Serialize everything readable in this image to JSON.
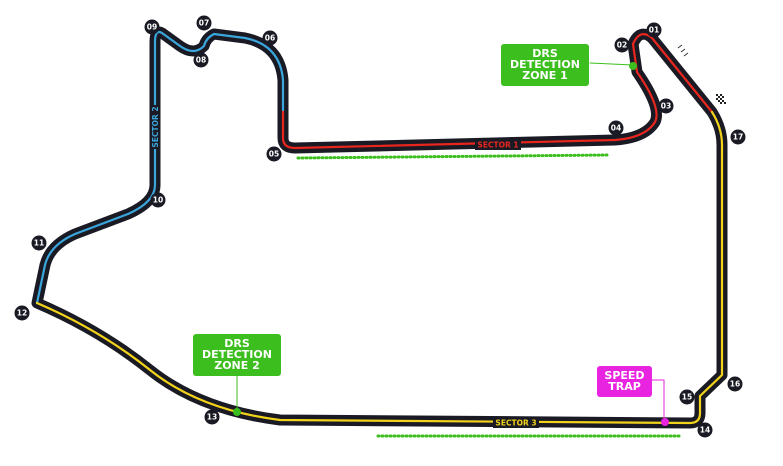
{
  "track": {
    "sectors": [
      {
        "label": "SECTOR 1",
        "color": "#e8261e"
      },
      {
        "label": "SECTOR 2",
        "color": "#3aa6dc"
      },
      {
        "label": "SECTOR 3",
        "color": "#f2d21a"
      }
    ],
    "corners": [
      "01",
      "02",
      "03",
      "04",
      "05",
      "06",
      "07",
      "08",
      "09",
      "10",
      "11",
      "12",
      "13",
      "14",
      "15",
      "16",
      "17"
    ],
    "drs_zones": [
      {
        "label_line1": "DRS",
        "label_line2": "DETECTION",
        "label_line3": "ZONE 1",
        "color": "#3cbe1e"
      },
      {
        "label_line1": "DRS",
        "label_line2": "DETECTION",
        "label_line3": "ZONE 2",
        "color": "#3cbe1e"
      }
    ],
    "speed_trap": {
      "label_line1": "SPEED",
      "label_line2": "TRAP",
      "color": "#e824e0"
    },
    "track_color": "#1a1a24"
  }
}
